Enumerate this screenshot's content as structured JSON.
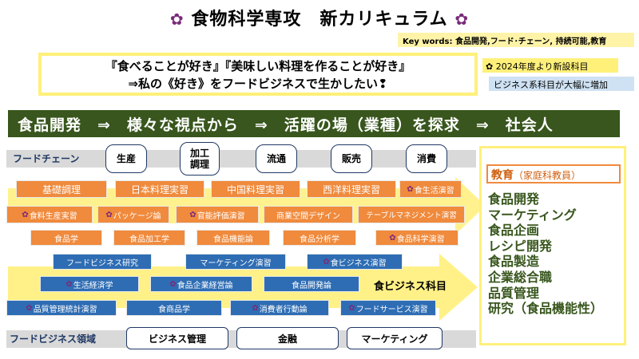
{
  "title": {
    "flower_left": "✿",
    "text": "食物科学専攻　新カリキュラム",
    "flower_right": "✿"
  },
  "keywords": "Key words:  食品開発,フード･チェーン,  持続可能,教育",
  "quote": {
    "line1": "『食べることが好き』『美味しい料理を作ることが好き』",
    "line2": "⇒私の《好き》をフードビジネスで生かしたい❢"
  },
  "legend": {
    "new_subjects": "✿ 2024年度より新設科目",
    "business_increase": "ビジネス系科目が大幅に増加"
  },
  "banner": "食品開発　⇒　様々な視点から　⇒　活躍の場（業種）を探求　⇒　社会人",
  "food_chain": {
    "label": "フードチェーン",
    "stages": [
      "生産",
      "加工\n調理",
      "流通",
      "販売",
      "消費"
    ]
  },
  "orange_courses": {
    "row1": [
      {
        "mark": "",
        "label": "基礎調理"
      },
      {
        "mark": "",
        "label": "日本料理実習"
      },
      {
        "mark": "",
        "label": "中国料理実習"
      },
      {
        "mark": "",
        "label": "西洋料理実習"
      },
      {
        "mark": "✿",
        "label": "食生活演習"
      }
    ],
    "row2": [
      {
        "mark": "✿",
        "label": "食料生産実習"
      },
      {
        "mark": "✿",
        "label": "パッケージ論"
      },
      {
        "mark": "✿",
        "label": "官能評価演習"
      },
      {
        "mark": "",
        "label": "商業空間デザイン"
      },
      {
        "mark": "",
        "label": "テーブルマネジメント演習"
      }
    ],
    "row3": [
      {
        "mark": "",
        "label": "食品学"
      },
      {
        "mark": "",
        "label": "食品加工学"
      },
      {
        "mark": "",
        "label": "食品機能論"
      },
      {
        "mark": "",
        "label": "食品分析学"
      },
      {
        "mark": "✿",
        "label": "食品科学演習"
      }
    ]
  },
  "business_courses": {
    "section_title": "食ビジネス科目",
    "row1": [
      {
        "mark": "",
        "label": "フードビジネス研究"
      },
      {
        "mark": "",
        "label": "マーケティング演習"
      },
      {
        "mark": "✿",
        "label": "食ビジネス演習"
      }
    ],
    "row2": [
      {
        "mark": "✿",
        "label": "生活経済学"
      },
      {
        "mark": "✿",
        "label": "食品企業経営論"
      },
      {
        "mark": "",
        "label": "食品開発論"
      }
    ],
    "row3": [
      {
        "mark": "✿",
        "label": "品質管理統計演習"
      },
      {
        "mark": "",
        "label": "食商品学"
      },
      {
        "mark": "✿",
        "label": "消費者行動論"
      },
      {
        "mark": "✿",
        "label": "フードサービス演習"
      }
    ]
  },
  "food_business_domain": {
    "label": "フードビジネス領域",
    "items": [
      "ビジネス管理",
      "金融",
      "マーケティング"
    ]
  },
  "careers": {
    "education": "教育",
    "education_sub": "（家庭科教員）",
    "list": [
      "食品開発",
      "マーケティング",
      "食品企画",
      "レシピ開発",
      "食品製造",
      "企業総合職",
      "品質管理",
      "研究（食品機能性）"
    ]
  },
  "colors": {
    "banner_green": "#38561d",
    "course_orange": "#f08a3c",
    "course_blue": "#2e6db4",
    "highlight_yellow": "#fff07a",
    "legend_blue": "#cfe2f3",
    "new_mark_purple": "#7a2a7a"
  }
}
